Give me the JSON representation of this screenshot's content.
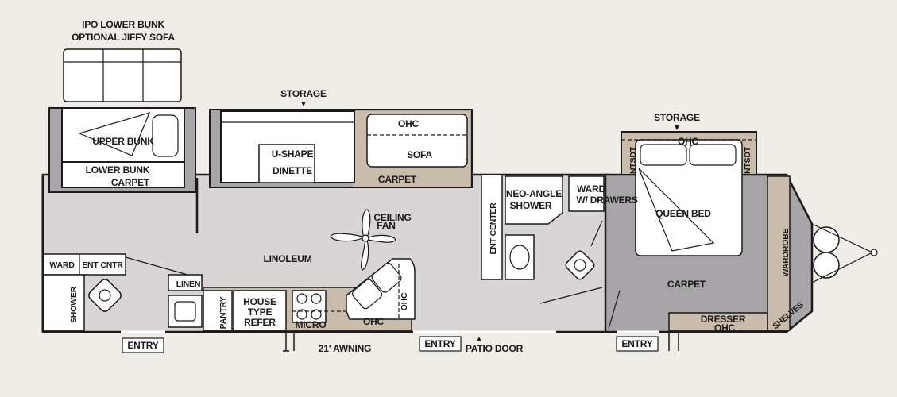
{
  "colors": {
    "background": "#f0ede6",
    "linoleum": "#d8d5d4",
    "carpet": "#a7a5a7",
    "tan": "#cabcaa",
    "furniture": "#ffffff",
    "outline": "#1a1a1a"
  },
  "labels": {
    "ipo_lower_bunk": "IPO LOWER BUNK",
    "optional_jiffy_sofa": "OPTIONAL JIFFY SOFA",
    "upper_bunk": "UPPER BUNK",
    "lower_bunk": "LOWER BUNK",
    "carpet_bunk": "CARPET",
    "storage_top": "STORAGE",
    "ohc_sofa": "OHC",
    "u_shape": "U-SHAPE",
    "dinette": "DINETTE",
    "sofa": "SOFA",
    "carpet_sofa": "CARPET",
    "ceiling": "CEILING",
    "fan": "FAN",
    "linoleum": "LINOLEUM",
    "ward": "WARD",
    "ent_cntr": "ENT CNTR",
    "shower_left": "SHOWER",
    "linen": "LINEN",
    "pantry": "PANTRY",
    "house": "HOUSE",
    "type": "TYPE",
    "refer": "REFER",
    "micro": "MICRO",
    "ohc_kitchen": "OHC",
    "ohc_side": "OHC",
    "ent_center": "ENT CENTER",
    "neo_angle": "NEO-ANGLE",
    "shower_bath": "SHOWER",
    "ward_drawers_1": "WARD",
    "ward_drawers_2": "W/ DRAWERS",
    "storage_bed": "STORAGE",
    "ohc_bed": "OHC",
    "ntsdt_left": "NTSDT",
    "ntsdt_right": "NTSDT",
    "queen_bed": "QUEEN BED",
    "carpet_bed": "CARPET",
    "wardrobe": "WARDROBE",
    "dresser": "DRESSER",
    "ohc_dresser": "OHC",
    "shelves": "SHELVES",
    "entry_left": "ENTRY",
    "awning": "21' AWNING",
    "entry_mid": "ENTRY",
    "patio_door": "PATIO DOOR",
    "entry_right": "ENTRY"
  },
  "icons": [
    "down-arrow-icon",
    "up-arrow-icon",
    "ceiling-fan-icon",
    "toilet-icon",
    "stove-burner-icon",
    "sink-icon"
  ]
}
